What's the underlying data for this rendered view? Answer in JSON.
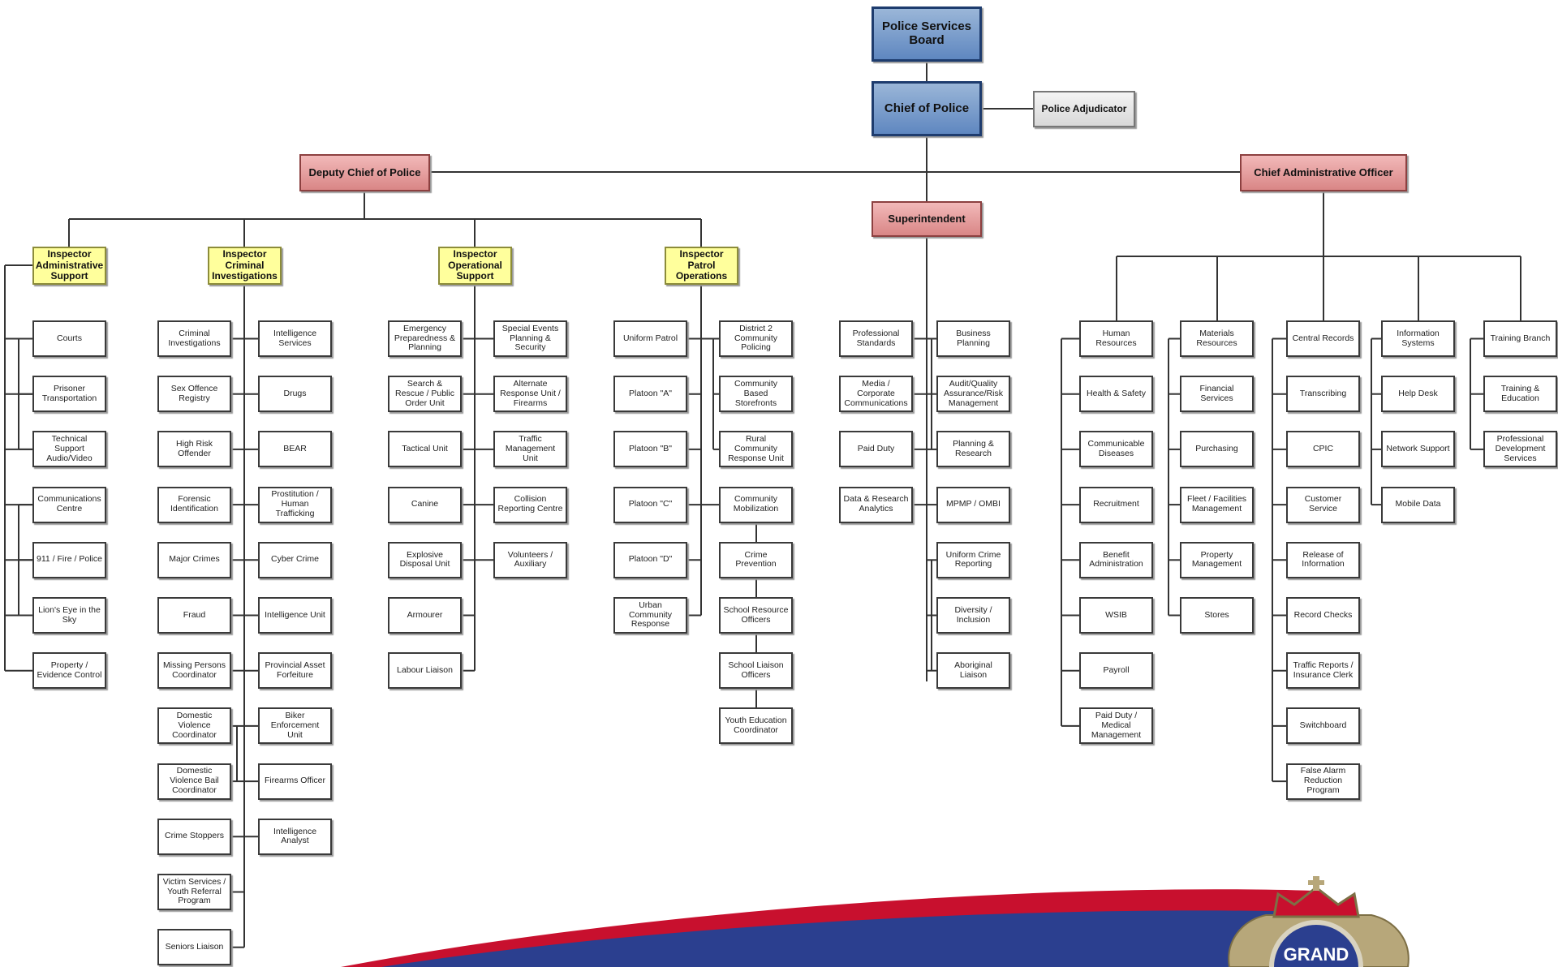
{
  "colors": {
    "board": "#6f93c8",
    "command": "#e5a0a0",
    "inspector": "#ffff9c",
    "adjudicator": "#e6e6e6",
    "footer_red": "#c8102e",
    "footer_blue": "#2b3f8f"
  },
  "chart": {
    "board": "Police Services Board",
    "chief": "Chief of Police",
    "adjudicator": "Police Adjudicator",
    "deputy": "Deputy Chief of Police",
    "cao": "Chief Administrative Officer",
    "superintendent": "Superintendent",
    "inspectors": {
      "admin": "Inspector Administrative Support",
      "criminal": "Inspector Criminal Investigations",
      "operational": "Inspector Operational Support",
      "patrol": "Inspector Patrol Operations"
    },
    "admin_support": [
      "Courts",
      "Prisoner Transportation",
      "Technical Support Audio/Video",
      "Communications Centre",
      "911 / Fire / Police",
      "Lion's Eye in the Sky",
      "Property / Evidence Control"
    ],
    "criminal_a": [
      "Criminal Investigations",
      "Sex Offence Registry",
      "High Risk Offender",
      "Forensic Identification",
      "Major Crimes",
      "Fraud",
      "Missing Persons Coordinator",
      "Domestic Violence Coordinator",
      "Domestic Violence Bail Coordinator",
      "Crime Stoppers",
      "Victim Services / Youth Referral Program",
      "Seniors Liaison"
    ],
    "criminal_b": [
      "Intelligence Services",
      "Drugs",
      "BEAR",
      "Prostitution / Human Trafficking",
      "Cyber Crime",
      "Intelligence Unit",
      "Provincial Asset Forfeiture",
      "Biker Enforcement Unit",
      "Firearms Officer",
      "Intelligence Analyst"
    ],
    "operational_a": [
      "Emergency Preparedness & Planning",
      "Search & Rescue / Public Order Unit",
      "Tactical Unit",
      "Canine",
      "Explosive Disposal Unit",
      "Armourer",
      "Labour Liaison"
    ],
    "operational_b": [
      "Special Events Planning & Security",
      "Alternate Response Unit / Firearms",
      "Traffic Management Unit",
      "Collision Reporting Centre",
      "Volunteers / Auxiliary"
    ],
    "patrol_a": [
      "Uniform Patrol",
      "Platoon \"A\"",
      "Platoon \"B\"",
      "Platoon \"C\"",
      "Platoon \"D\"",
      "Urban Community Response"
    ],
    "patrol_b": [
      "District 2 Community Policing",
      "Community Based Storefronts",
      "Rural Community Response Unit",
      "Community Mobilization",
      "Crime Prevention",
      "School Resource Officers",
      "School Liaison Officers",
      "Youth Education Coordinator"
    ],
    "super_a": [
      "Professional Standards",
      "Media / Corporate Communications",
      "Paid Duty",
      "Data & Research Analytics"
    ],
    "super_b": [
      "Business Planning",
      "Audit/Quality Assurance/Risk Management",
      "Planning & Research",
      "MPMP / OMBI",
      "Uniform Crime Reporting",
      "Diversity / Inclusion",
      "Aboriginal Liaison"
    ],
    "hr": [
      "Human Resources",
      "Health & Safety",
      "Communicable Diseases",
      "Recruitment",
      "Benefit Administration",
      "WSIB",
      "Payroll",
      "Paid Duty / Medical Management"
    ],
    "materials": [
      "Materials Resources",
      "Financial Services",
      "Purchasing",
      "Fleet / Facilities Management",
      "Property Management",
      "Stores"
    ],
    "records": [
      "Central Records",
      "Transcribing",
      "CPIC",
      "Customer Service",
      "Release of Information",
      "Record Checks",
      "Traffic Reports / Insurance Clerk",
      "Switchboard",
      "False Alarm Reduction Program"
    ],
    "it": [
      "Information Systems",
      "Help Desk",
      "Network Support",
      "Mobile Data"
    ],
    "training": [
      "Training Branch",
      "Training & Education",
      "Professional Development Services"
    ],
    "footer_emblem": "GRAND"
  }
}
